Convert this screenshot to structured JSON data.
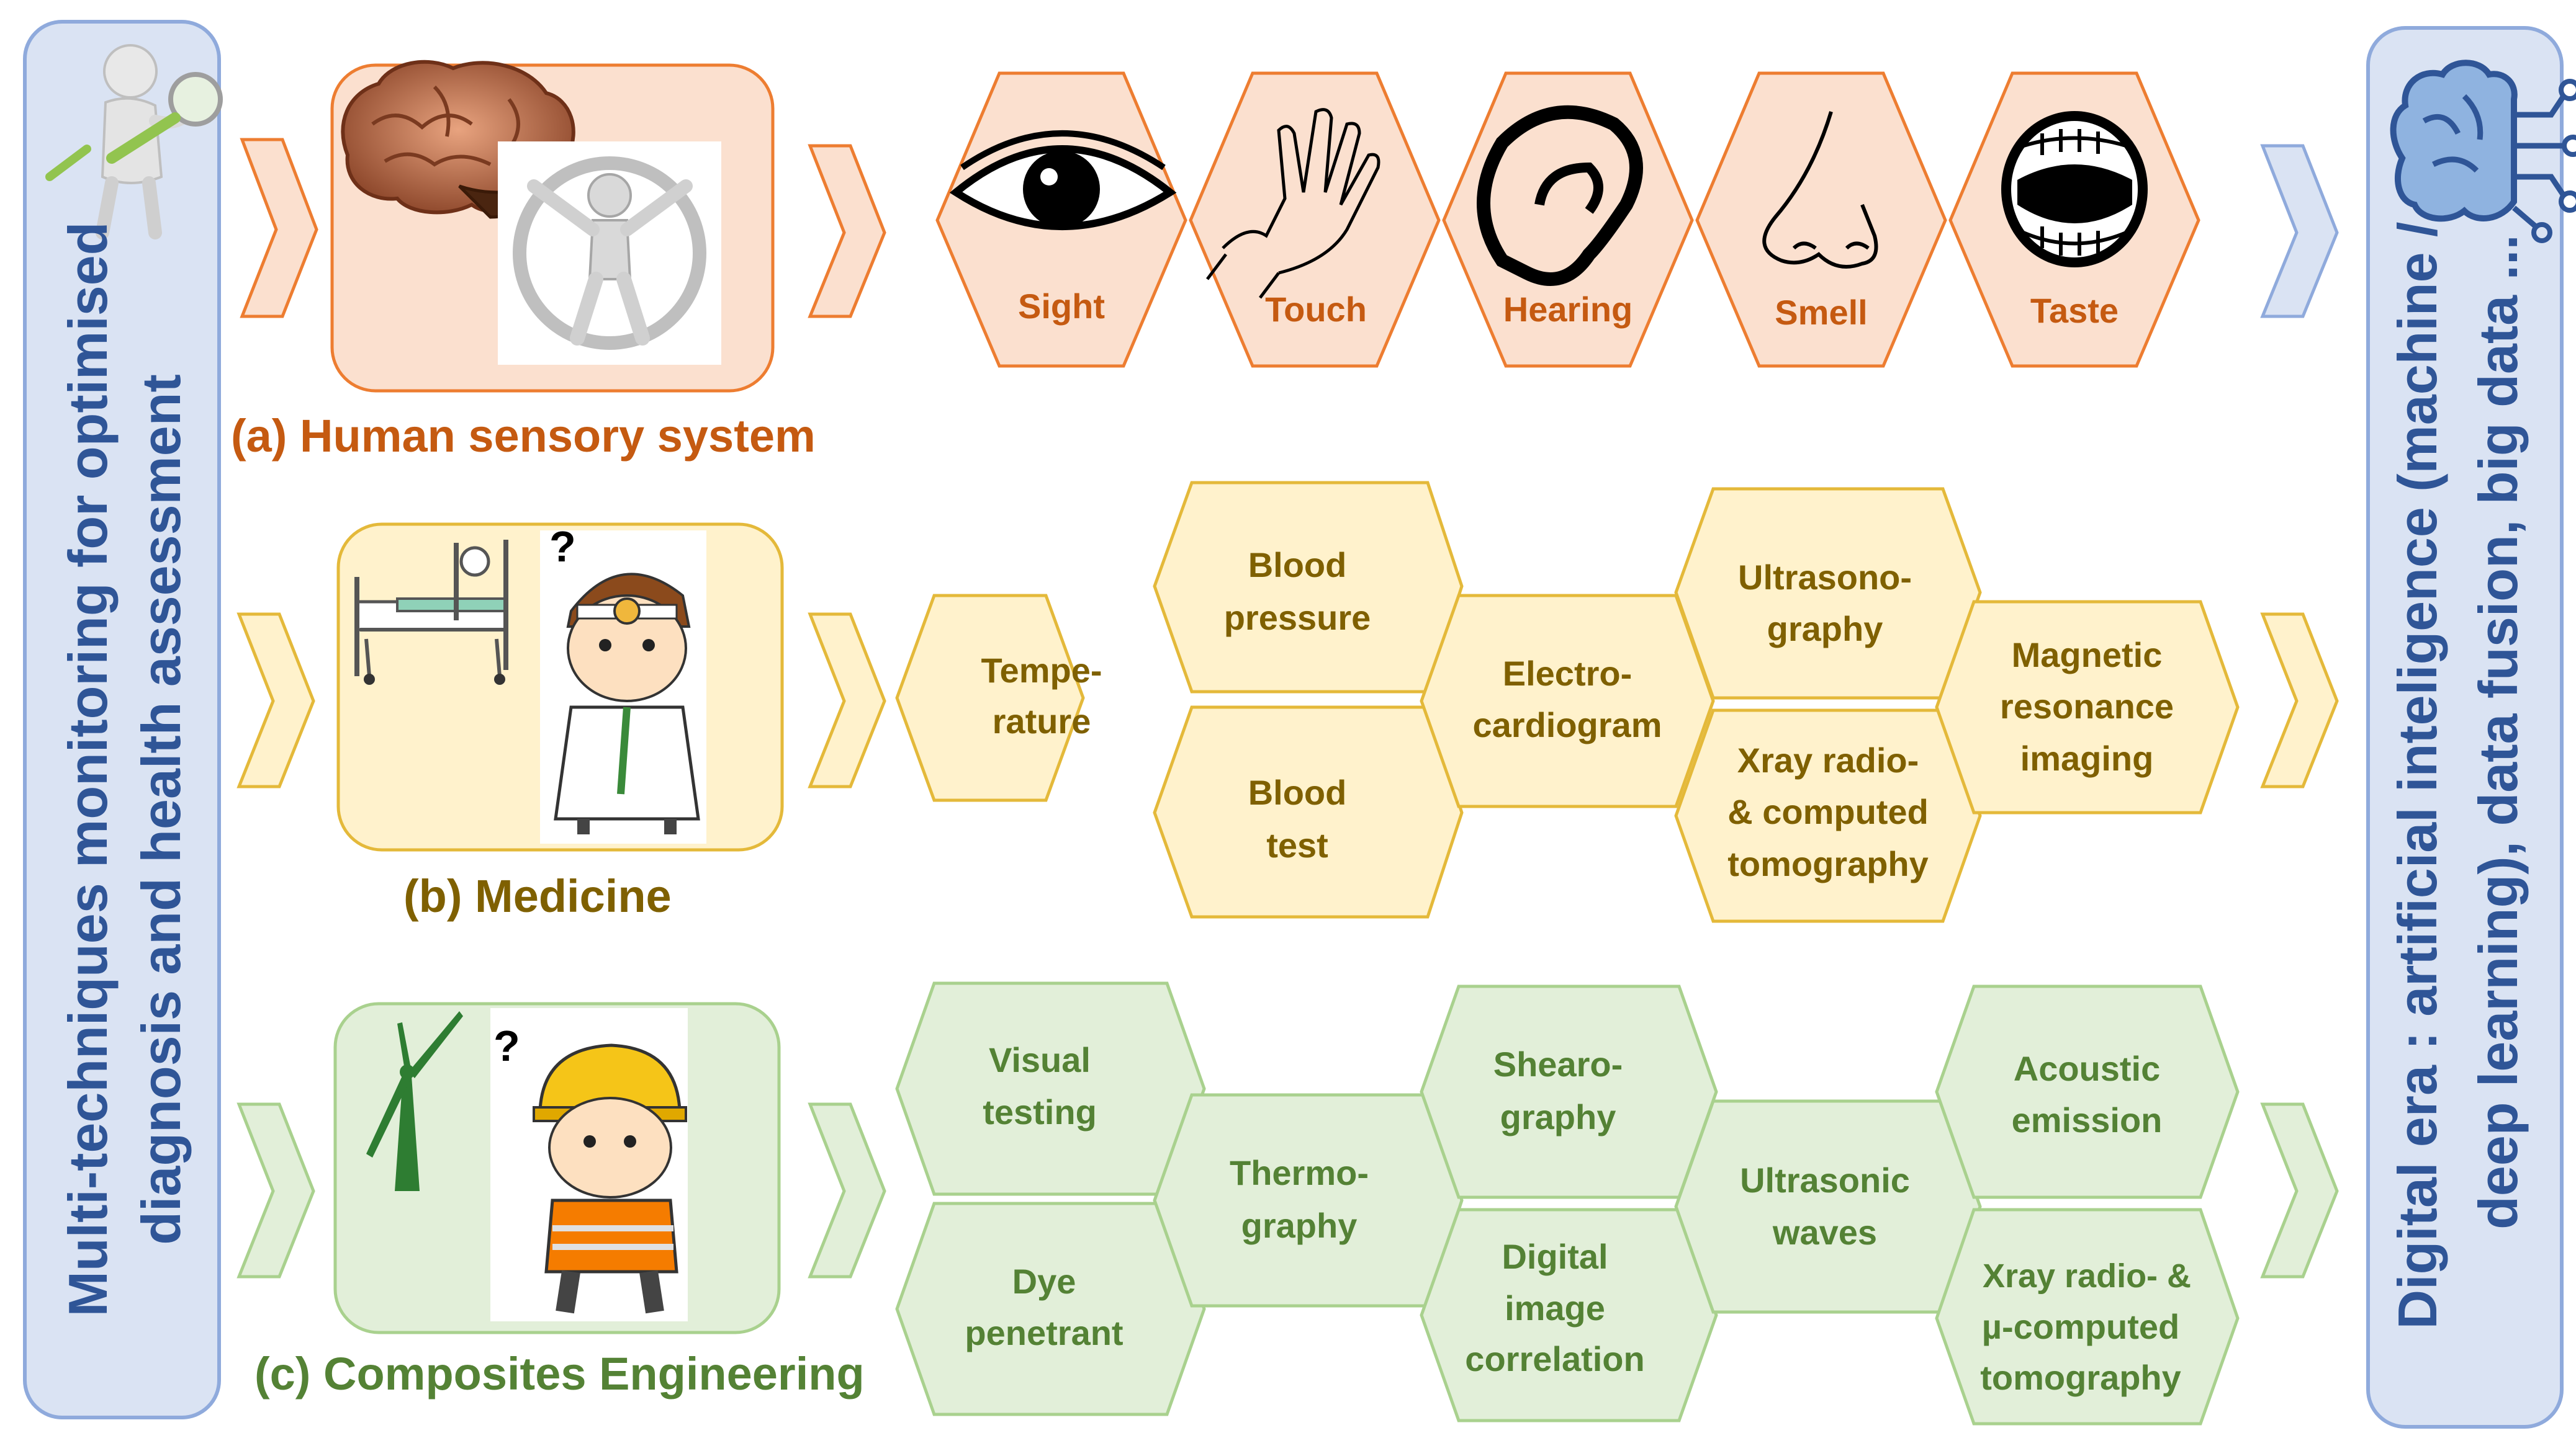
{
  "left_banner": {
    "line1": "Multi-techniques monitoring for optimised",
    "line2": "diagnosis and health assessment"
  },
  "right_banner": {
    "line1": "Digital era : artificial inteligence (machine /",
    "line2": "deep learning), data fusion, big data ..."
  },
  "rows": {
    "sensory": {
      "title": "(a) Human sensory system",
      "labels": [
        "Sight",
        "Touch",
        "Hearing",
        "Smell",
        "Taste"
      ]
    },
    "medicine": {
      "title": "(b) Medicine",
      "labels": {
        "temperature": [
          "Tempe-",
          "rature"
        ],
        "blood_pressure": [
          "Blood",
          "pressure"
        ],
        "blood_test": [
          "Blood",
          "test"
        ],
        "ecg": [
          "Electro-",
          "cardiogram"
        ],
        "ultrasonography": [
          "Ultrasono-",
          "graphy"
        ],
        "xray_ct": [
          "Xray radio-",
          "& computed",
          "tomography"
        ],
        "mri": [
          "Magnetic",
          "resonance",
          "imaging"
        ]
      }
    },
    "composites": {
      "title": "(c) Composites Engineering",
      "labels": {
        "visual": [
          "Visual",
          "testing"
        ],
        "dye": [
          "Dye",
          "penetrant"
        ],
        "thermography": [
          "Thermo-",
          "graphy"
        ],
        "shearography": [
          "Shearo-",
          "graphy"
        ],
        "dic": [
          "Digital",
          "image",
          "correlation"
        ],
        "ultrasonic": [
          "Ultrasonic",
          "waves"
        ],
        "acoustic": [
          "Acoustic",
          "emission"
        ],
        "xray_ct": [
          "Xray radio-  &",
          "µ-computed",
          "tomography"
        ]
      }
    }
  },
  "colors": {
    "sensory_fill": "#fbe0cf",
    "sensory_stroke": "#ed7d31",
    "sensory_text": "#c55a11",
    "medicine_fill": "#fff2cc",
    "medicine_stroke": "#e4b93a",
    "medicine_text": "#7f6000",
    "composites_fill": "#e2efd9",
    "composites_stroke": "#a9d18e",
    "composites_text": "#548235",
    "banner_fill": "#dae3f3",
    "banner_stroke": "#8faadc",
    "banner_text": "#2f5597"
  },
  "icons": [
    "magnifier-person-icon",
    "brain-icon",
    "human-figure-icon",
    "eye-icon",
    "hand-icon",
    "ear-icon",
    "nose-icon",
    "mouth-icon",
    "hospital-bed-icon",
    "doctor-icon",
    "wind-turbine-icon",
    "engineer-icon",
    "ai-brain-circuit-icon"
  ]
}
